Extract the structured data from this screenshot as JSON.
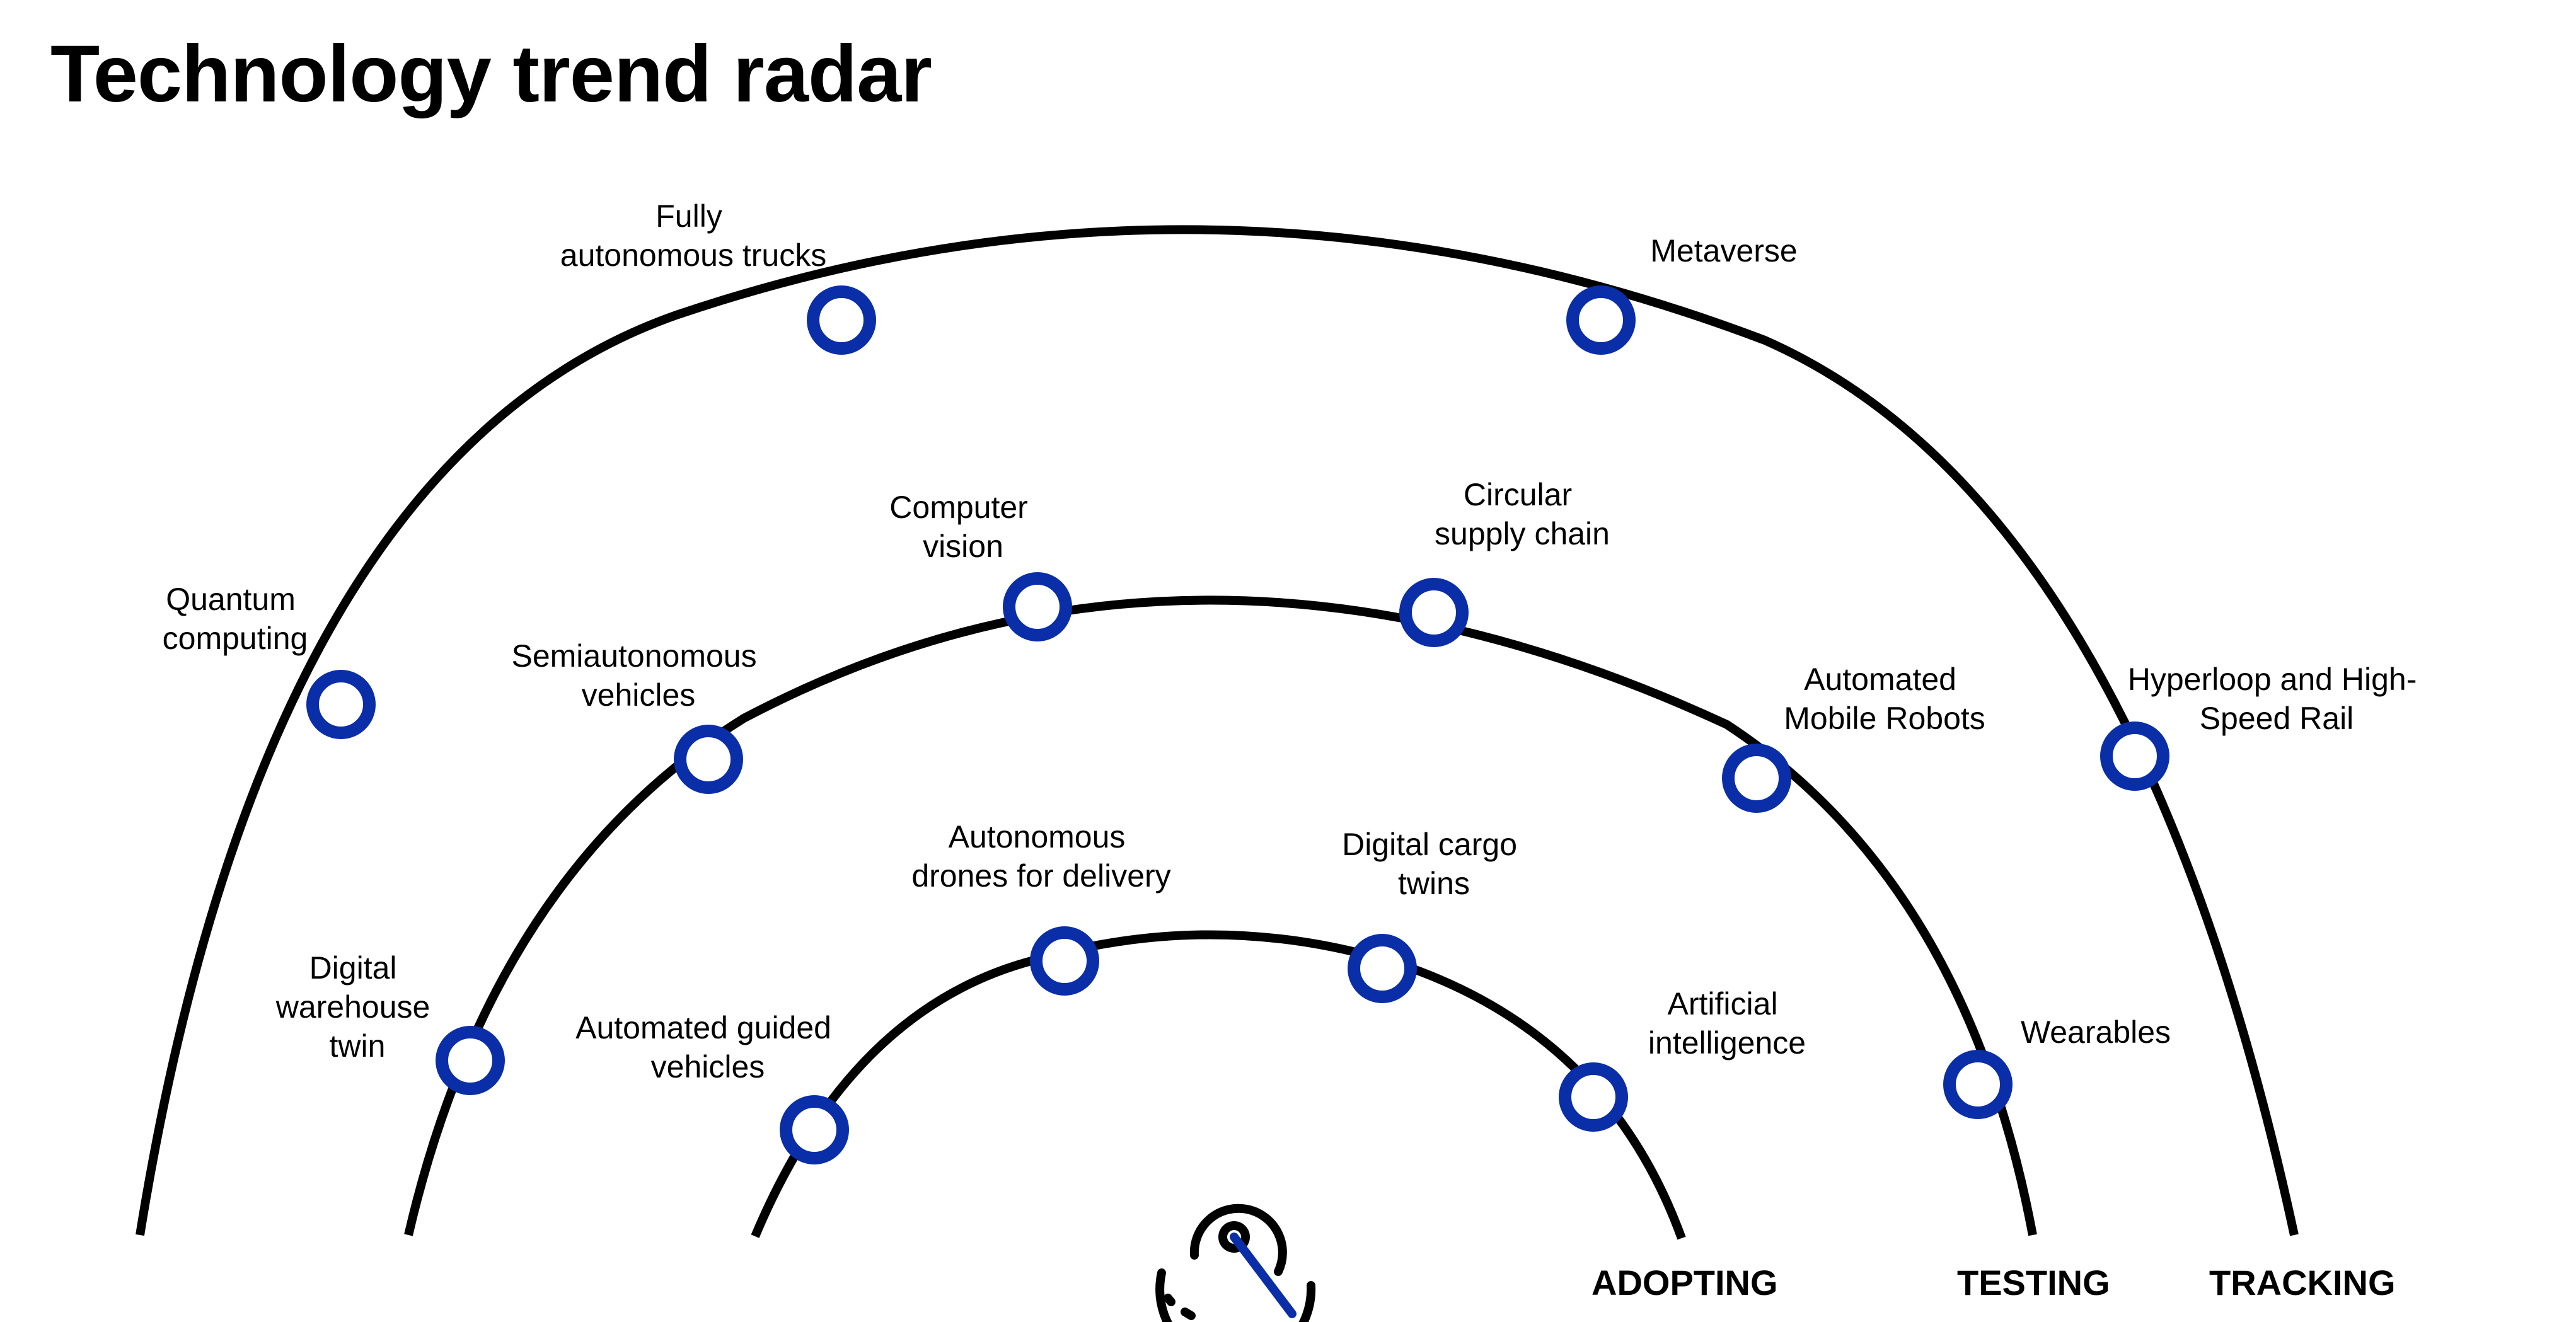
{
  "title": "Technology trend radar",
  "colors": {
    "marker": "#0a2ea8",
    "arc": "#000000"
  },
  "rings": [
    {
      "id": "adopting",
      "label": "ADOPTING"
    },
    {
      "id": "testing",
      "label": "TESTING"
    },
    {
      "id": "tracking",
      "label": "TRACKING"
    }
  ],
  "items": [
    {
      "id": "fully-autonomous-trucks",
      "ring": "tracking",
      "lines": [
        "Fully",
        "autonomous trucks"
      ]
    },
    {
      "id": "metaverse",
      "ring": "tracking",
      "lines": [
        "Metaverse"
      ]
    },
    {
      "id": "quantum-computing",
      "ring": "tracking",
      "lines": [
        "Quantum",
        "computing"
      ]
    },
    {
      "id": "hyperloop",
      "ring": "tracking",
      "lines": [
        "Hyperloop and High-",
        "Speed Rail"
      ]
    },
    {
      "id": "computer-vision",
      "ring": "testing",
      "lines": [
        "Computer",
        "vision"
      ]
    },
    {
      "id": "circular-supply-chain",
      "ring": "testing",
      "lines": [
        "Circular",
        "supply chain"
      ]
    },
    {
      "id": "semiautonomous-vehicles",
      "ring": "testing",
      "lines": [
        "Semiautonomous",
        "vehicles"
      ]
    },
    {
      "id": "automated-mobile-robots",
      "ring": "testing",
      "lines": [
        "Automated",
        "Mobile Robots"
      ]
    },
    {
      "id": "digital-warehouse-twin",
      "ring": "testing",
      "lines": [
        "Digital",
        "warehouse",
        "twin"
      ]
    },
    {
      "id": "wearables",
      "ring": "testing",
      "lines": [
        "Wearables"
      ]
    },
    {
      "id": "autonomous-drones",
      "ring": "adopting",
      "lines": [
        "Autonomous",
        "drones for delivery"
      ]
    },
    {
      "id": "digital-cargo-twins",
      "ring": "adopting",
      "lines": [
        "Digital cargo",
        "twins"
      ]
    },
    {
      "id": "automated-guided-vehicles",
      "ring": "adopting",
      "lines": [
        "Automated guided",
        "vehicles"
      ]
    },
    {
      "id": "artificial-intelligence",
      "ring": "adopting",
      "lines": [
        "Artificial",
        "intelligence"
      ]
    }
  ],
  "icon": "radar-target-icon"
}
